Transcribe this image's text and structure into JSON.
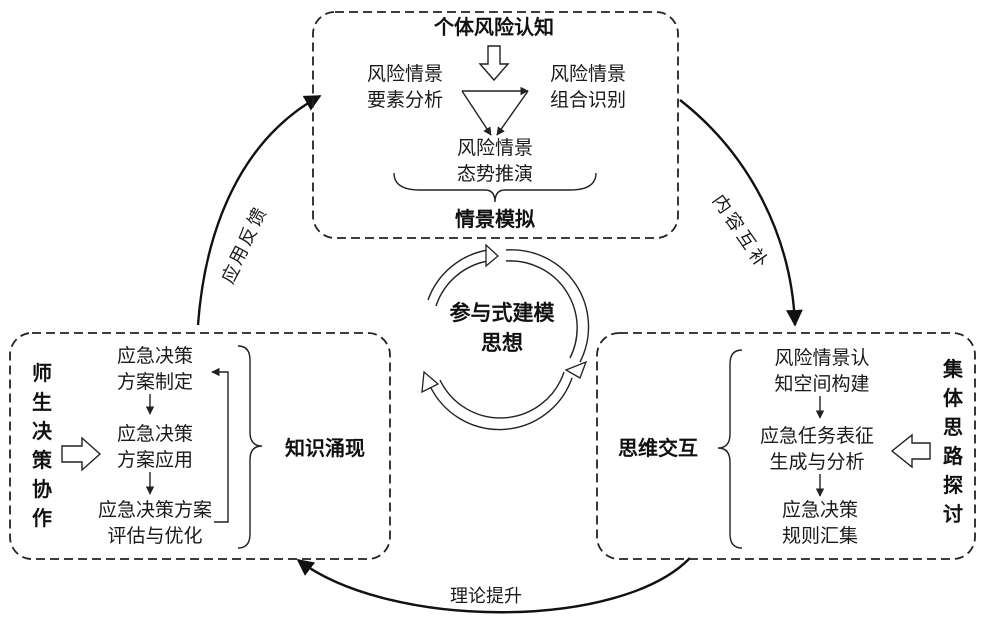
{
  "top": {
    "header": "个体风险认知",
    "left": [
      "风险情景",
      "要素分析"
    ],
    "right": [
      "风险情景",
      "组合识别"
    ],
    "bottom": [
      "风险情景",
      "态势推演"
    ],
    "title": "情景模拟"
  },
  "right": {
    "items": [
      [
        "风险情景认",
        "知空间构建"
      ],
      [
        "应急任务表征",
        "生成与分析"
      ],
      [
        "应急决策",
        "规则汇集"
      ]
    ],
    "title": "思维交互",
    "side_label": [
      "集",
      "体",
      "思",
      "路",
      "探",
      "讨"
    ]
  },
  "left": {
    "items": [
      [
        "应急决策",
        "方案制定"
      ],
      [
        "应急决策",
        "方案应用"
      ],
      [
        "应急决策方案",
        "评估与优化"
      ]
    ],
    "title": "知识涌现",
    "side_label": [
      "师",
      "生",
      "决",
      "策",
      "协",
      "作"
    ]
  },
  "center": {
    "lines": [
      "参与式建模",
      "思想"
    ]
  },
  "arcs": {
    "right": [
      "内",
      "容",
      "互",
      "补"
    ],
    "bottom": "理论提升",
    "left": [
      "应",
      "用",
      "反",
      "馈"
    ]
  }
}
